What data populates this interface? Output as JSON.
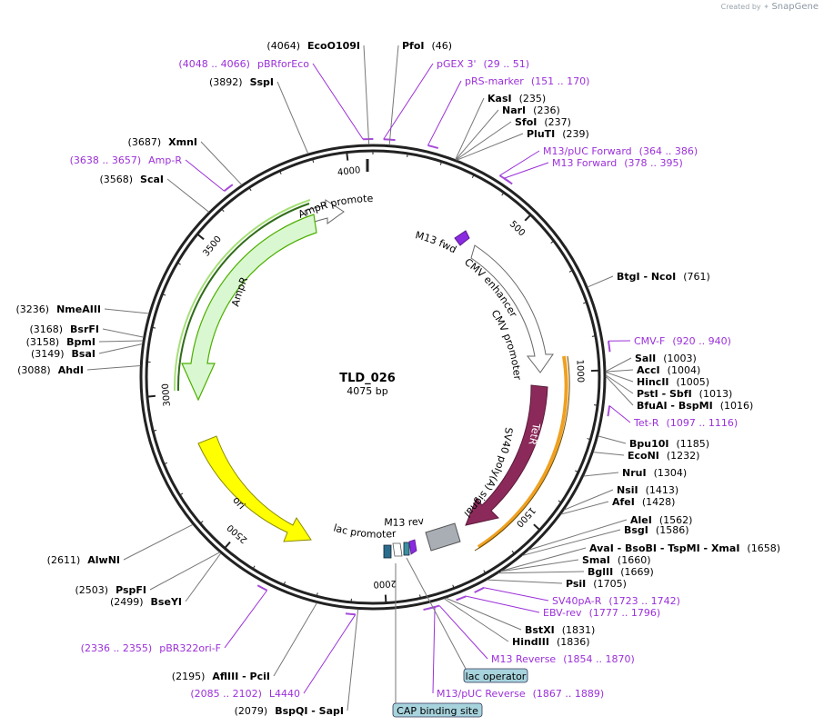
{
  "watermark": {
    "prefix": "Created by",
    "brand": "SnapGene"
  },
  "map": {
    "name": "TLD_026",
    "size_label": "4075 bp",
    "length_bp": 4075,
    "tick_labels": [
      "500",
      "1000",
      "1500",
      "2000",
      "2500",
      "3000",
      "3500",
      "4000"
    ],
    "colors": {
      "backbone": "#222222",
      "site_label": "#000000",
      "primer_label": "#9b30d9",
      "leader_line": "#777777",
      "ampr_fill": "#d9f7d0",
      "ampr_border": "#4caf00",
      "ori_fill": "#ffff00",
      "tetr_fill": "#8b2a5a",
      "tetr_glow": "#f0a020",
      "promoter_fill": "#ffffff",
      "sv40_fill": "#a9aeb5",
      "m13_fill": "#8a2be2",
      "lac_operator_fill": "#3a8fa0",
      "cap_fill": "#a7d3dd",
      "lac_promoter_fill": "#2a6c8a",
      "primer_site": "#a64ad8"
    }
  },
  "features": [
    {
      "name": "AmpR promoter"
    },
    {
      "name": "AmpR"
    },
    {
      "name": "M13 fwd"
    },
    {
      "name": "CMV enhancer"
    },
    {
      "name": "CMV promoter"
    },
    {
      "name": "TetR"
    },
    {
      "name": "SV40 poly(A) signal"
    },
    {
      "name": "ori"
    },
    {
      "name": "M13 rev"
    },
    {
      "name": "lac promoter"
    }
  ],
  "boxed_labels": [
    {
      "text": "lac operator"
    },
    {
      "text": "CAP binding site"
    }
  ],
  "labels_left": [
    {
      "pos": "(4064)",
      "name": "EcoO109I"
    },
    {
      "pos": "(3892)",
      "name": "SspI"
    },
    {
      "pos": "(3687)",
      "name": "XmnI"
    },
    {
      "pos": "(3568)",
      "name": "ScaI"
    },
    {
      "pos": "(3236)",
      "name": "NmeAIII"
    },
    {
      "pos": "(3168)",
      "name": "BsrFI"
    },
    {
      "pos": "(3158)",
      "name": "BpmI"
    },
    {
      "pos": "(3149)",
      "name": "BsaI"
    },
    {
      "pos": "(3088)",
      "name": "AhdI"
    },
    {
      "pos": "(2611)",
      "name": "AlwNI"
    },
    {
      "pos": "(2503)",
      "name": "PspFI"
    },
    {
      "pos": "(2499)",
      "name": "BseYI"
    },
    {
      "pos": "(2195)",
      "name": "AflIII  -  PciI"
    },
    {
      "pos": "(2079)",
      "name": "BspQI  -  SapI"
    }
  ],
  "primers_left": [
    {
      "pos": "(4048 .. 4066)",
      "name": "pBRforEco"
    },
    {
      "pos": "(3638 .. 3657)",
      "name": "Amp-R"
    },
    {
      "pos": "(2336 .. 2355)",
      "name": "pBR322ori-F"
    },
    {
      "pos": "(2085 .. 2102)",
      "name": "L4440"
    }
  ],
  "labels_right": [
    {
      "name": "PfoI",
      "pos": "(46)"
    },
    {
      "name": "KasI",
      "pos": "(235)"
    },
    {
      "name": "NarI",
      "pos": "(236)"
    },
    {
      "name": "SfoI",
      "pos": "(237)"
    },
    {
      "name": "PluTI",
      "pos": "(239)"
    },
    {
      "name": "BtgI  -  NcoI",
      "pos": "(761)"
    },
    {
      "name": "SalI",
      "pos": "(1003)"
    },
    {
      "name": "AccI",
      "pos": "(1004)"
    },
    {
      "name": "HincII",
      "pos": "(1005)"
    },
    {
      "name": "PstI  -  SbfI",
      "pos": "(1013)"
    },
    {
      "name": "BfuAI  -  BspMI",
      "pos": "(1016)"
    },
    {
      "name": "Bpu10I",
      "pos": "(1185)"
    },
    {
      "name": "EcoNI",
      "pos": "(1232)"
    },
    {
      "name": "NruI",
      "pos": "(1304)"
    },
    {
      "name": "NsiI",
      "pos": "(1413)"
    },
    {
      "name": "AfeI",
      "pos": "(1428)"
    },
    {
      "name": "AleI",
      "pos": "(1562)"
    },
    {
      "name": "BsgI",
      "pos": "(1586)"
    },
    {
      "name": "AvaI  -  BsoBI  -  TspMI  -  XmaI",
      "pos": "(1658)"
    },
    {
      "name": "SmaI",
      "pos": "(1660)"
    },
    {
      "name": "BglII",
      "pos": "(1669)"
    },
    {
      "name": "PsiI",
      "pos": "(1705)"
    },
    {
      "name": "BstXI",
      "pos": "(1831)"
    },
    {
      "name": "HindIII",
      "pos": "(1836)"
    }
  ],
  "primers_right": [
    {
      "name": "pGEX 3'",
      "pos": "(29 .. 51)"
    },
    {
      "name": "pRS-marker",
      "pos": "(151 .. 170)"
    },
    {
      "name": "M13/pUC Forward",
      "pos": "(364 .. 386)"
    },
    {
      "name": "M13 Forward",
      "pos": "(378 .. 395)"
    },
    {
      "name": "CMV-F",
      "pos": "(920 .. 940)"
    },
    {
      "name": "Tet-R",
      "pos": "(1097 .. 1116)"
    },
    {
      "name": "SV40pA-R",
      "pos": "(1723 .. 1742)"
    },
    {
      "name": "EBV-rev",
      "pos": "(1777 .. 1796)"
    },
    {
      "name": "M13 Reverse",
      "pos": "(1854 .. 1870)"
    },
    {
      "name": "M13/pUC Reverse",
      "pos": "(1867 .. 1889)"
    }
  ]
}
